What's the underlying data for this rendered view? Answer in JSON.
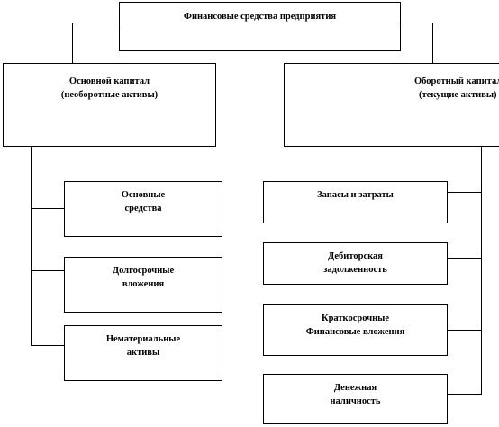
{
  "root": {
    "label": "Финансовые средства предприятия"
  },
  "left": {
    "header": {
      "line1": "Основной капитал",
      "line2": "(необоротные активы)"
    },
    "items": [
      {
        "line1": "Основные",
        "line2": "средства"
      },
      {
        "line1": "Долгосрочные",
        "line2": "вложения"
      },
      {
        "line1": "Нематериальные",
        "line2": "активы"
      }
    ]
  },
  "right": {
    "header": {
      "line1": "Оборотный капитал",
      "line2": "(текущие активы)"
    },
    "items": [
      {
        "line1": "Запасы и затраты",
        "line2": ""
      },
      {
        "line1": "Дебиторская",
        "line2": "задолженность"
      },
      {
        "line1": "Краткосрочные",
        "line2": "Финансовые вложения"
      },
      {
        "line1": "Денежная",
        "line2": "наличность"
      }
    ]
  },
  "colors": {
    "line": "#000000",
    "box_border": "#000000",
    "background": "#ffffff"
  }
}
